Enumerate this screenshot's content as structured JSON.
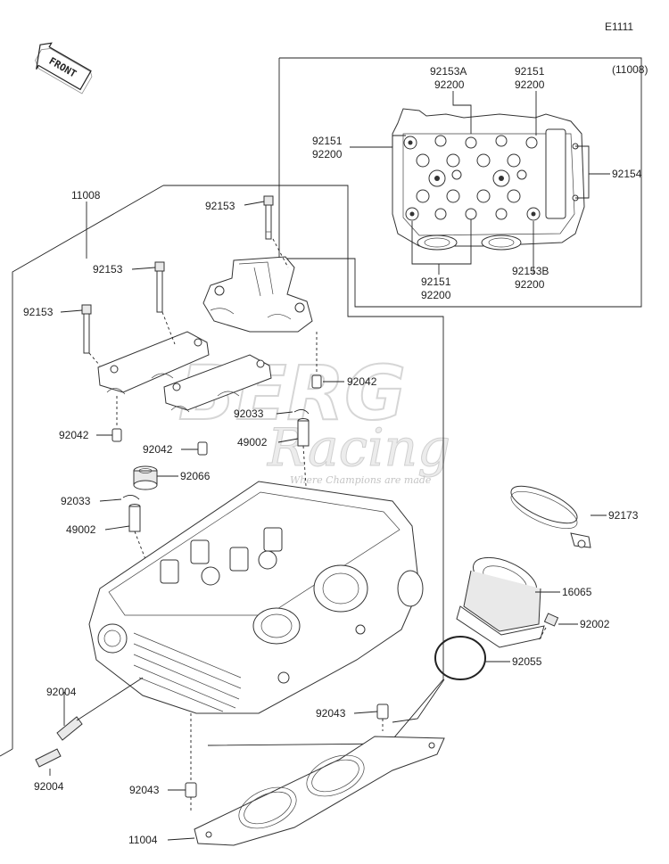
{
  "diagram_id": "E1111",
  "front_label": "FRONT",
  "subassembly_ref": "(11008)",
  "watermark": {
    "brand": "BERG",
    "sub": "Racing",
    "tagline": "Where Champions are made"
  },
  "labels": {
    "l11008": "11008",
    "l92153_top": "92153",
    "l92153_mid": "92153",
    "l92153_left": "92153",
    "l92042_right": "92042",
    "l92033_right": "92033",
    "l49002_right": "49002",
    "l92042_left": "92042",
    "l92042_mid": "92042",
    "l92066": "92066",
    "l92033_left": "92033",
    "l49002_left": "49002",
    "l92173": "92173",
    "l16065": "16065",
    "l92002": "92002",
    "l92055": "92055",
    "l92004_a": "92004",
    "l92004_b": "92004",
    "l92043_right": "92043",
    "l92043_left": "92043",
    "l11004": "11004",
    "in_92153A": "92153A",
    "in_92200_a": "92200",
    "in_92151_a": "92151",
    "in_92200_b": "92200",
    "in_92151_b": "92151",
    "in_92200_c": "92200",
    "in_92154": "92154",
    "in_92151_c": "92151",
    "in_92200_d": "92200",
    "in_92153B": "92153B",
    "in_92200_e": "92200"
  }
}
